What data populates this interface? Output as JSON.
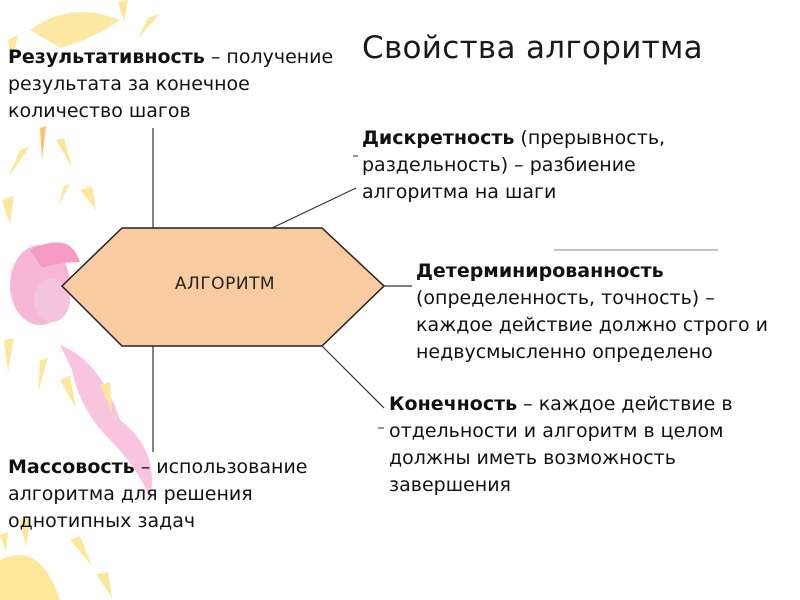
{
  "title": "Свойства алгоритма",
  "center": {
    "label": "АЛГОРИТМ"
  },
  "properties": {
    "result": {
      "term": "Результативность",
      "text": " – получение результата за конечное количество шагов"
    },
    "discreteness": {
      "term": "Дискретность",
      "text": " (прерывность, раздельность) – разбиение алгоритма на шаги"
    },
    "determinism": {
      "term": "Детерминированность",
      "text": " (определенность, точность) – каждое действие должно строго и недвусмысленно определено"
    },
    "finiteness": {
      "term": "Конечность",
      "text": " – каждое действие в отдельности и алгоритм в целом должны иметь возможность завершения"
    },
    "massiveness": {
      "term": "Массовость",
      "text": " – использование алгоритма для решения однотипных задач"
    }
  },
  "colors": {
    "hexagon_fill": "#f9cba0",
    "hexagon_stroke": "#222222",
    "sun_yellow": "#fde79a",
    "sun_orange": "#fbc26a",
    "flower_pink": "#f7a9cf",
    "connector": "#333333"
  }
}
